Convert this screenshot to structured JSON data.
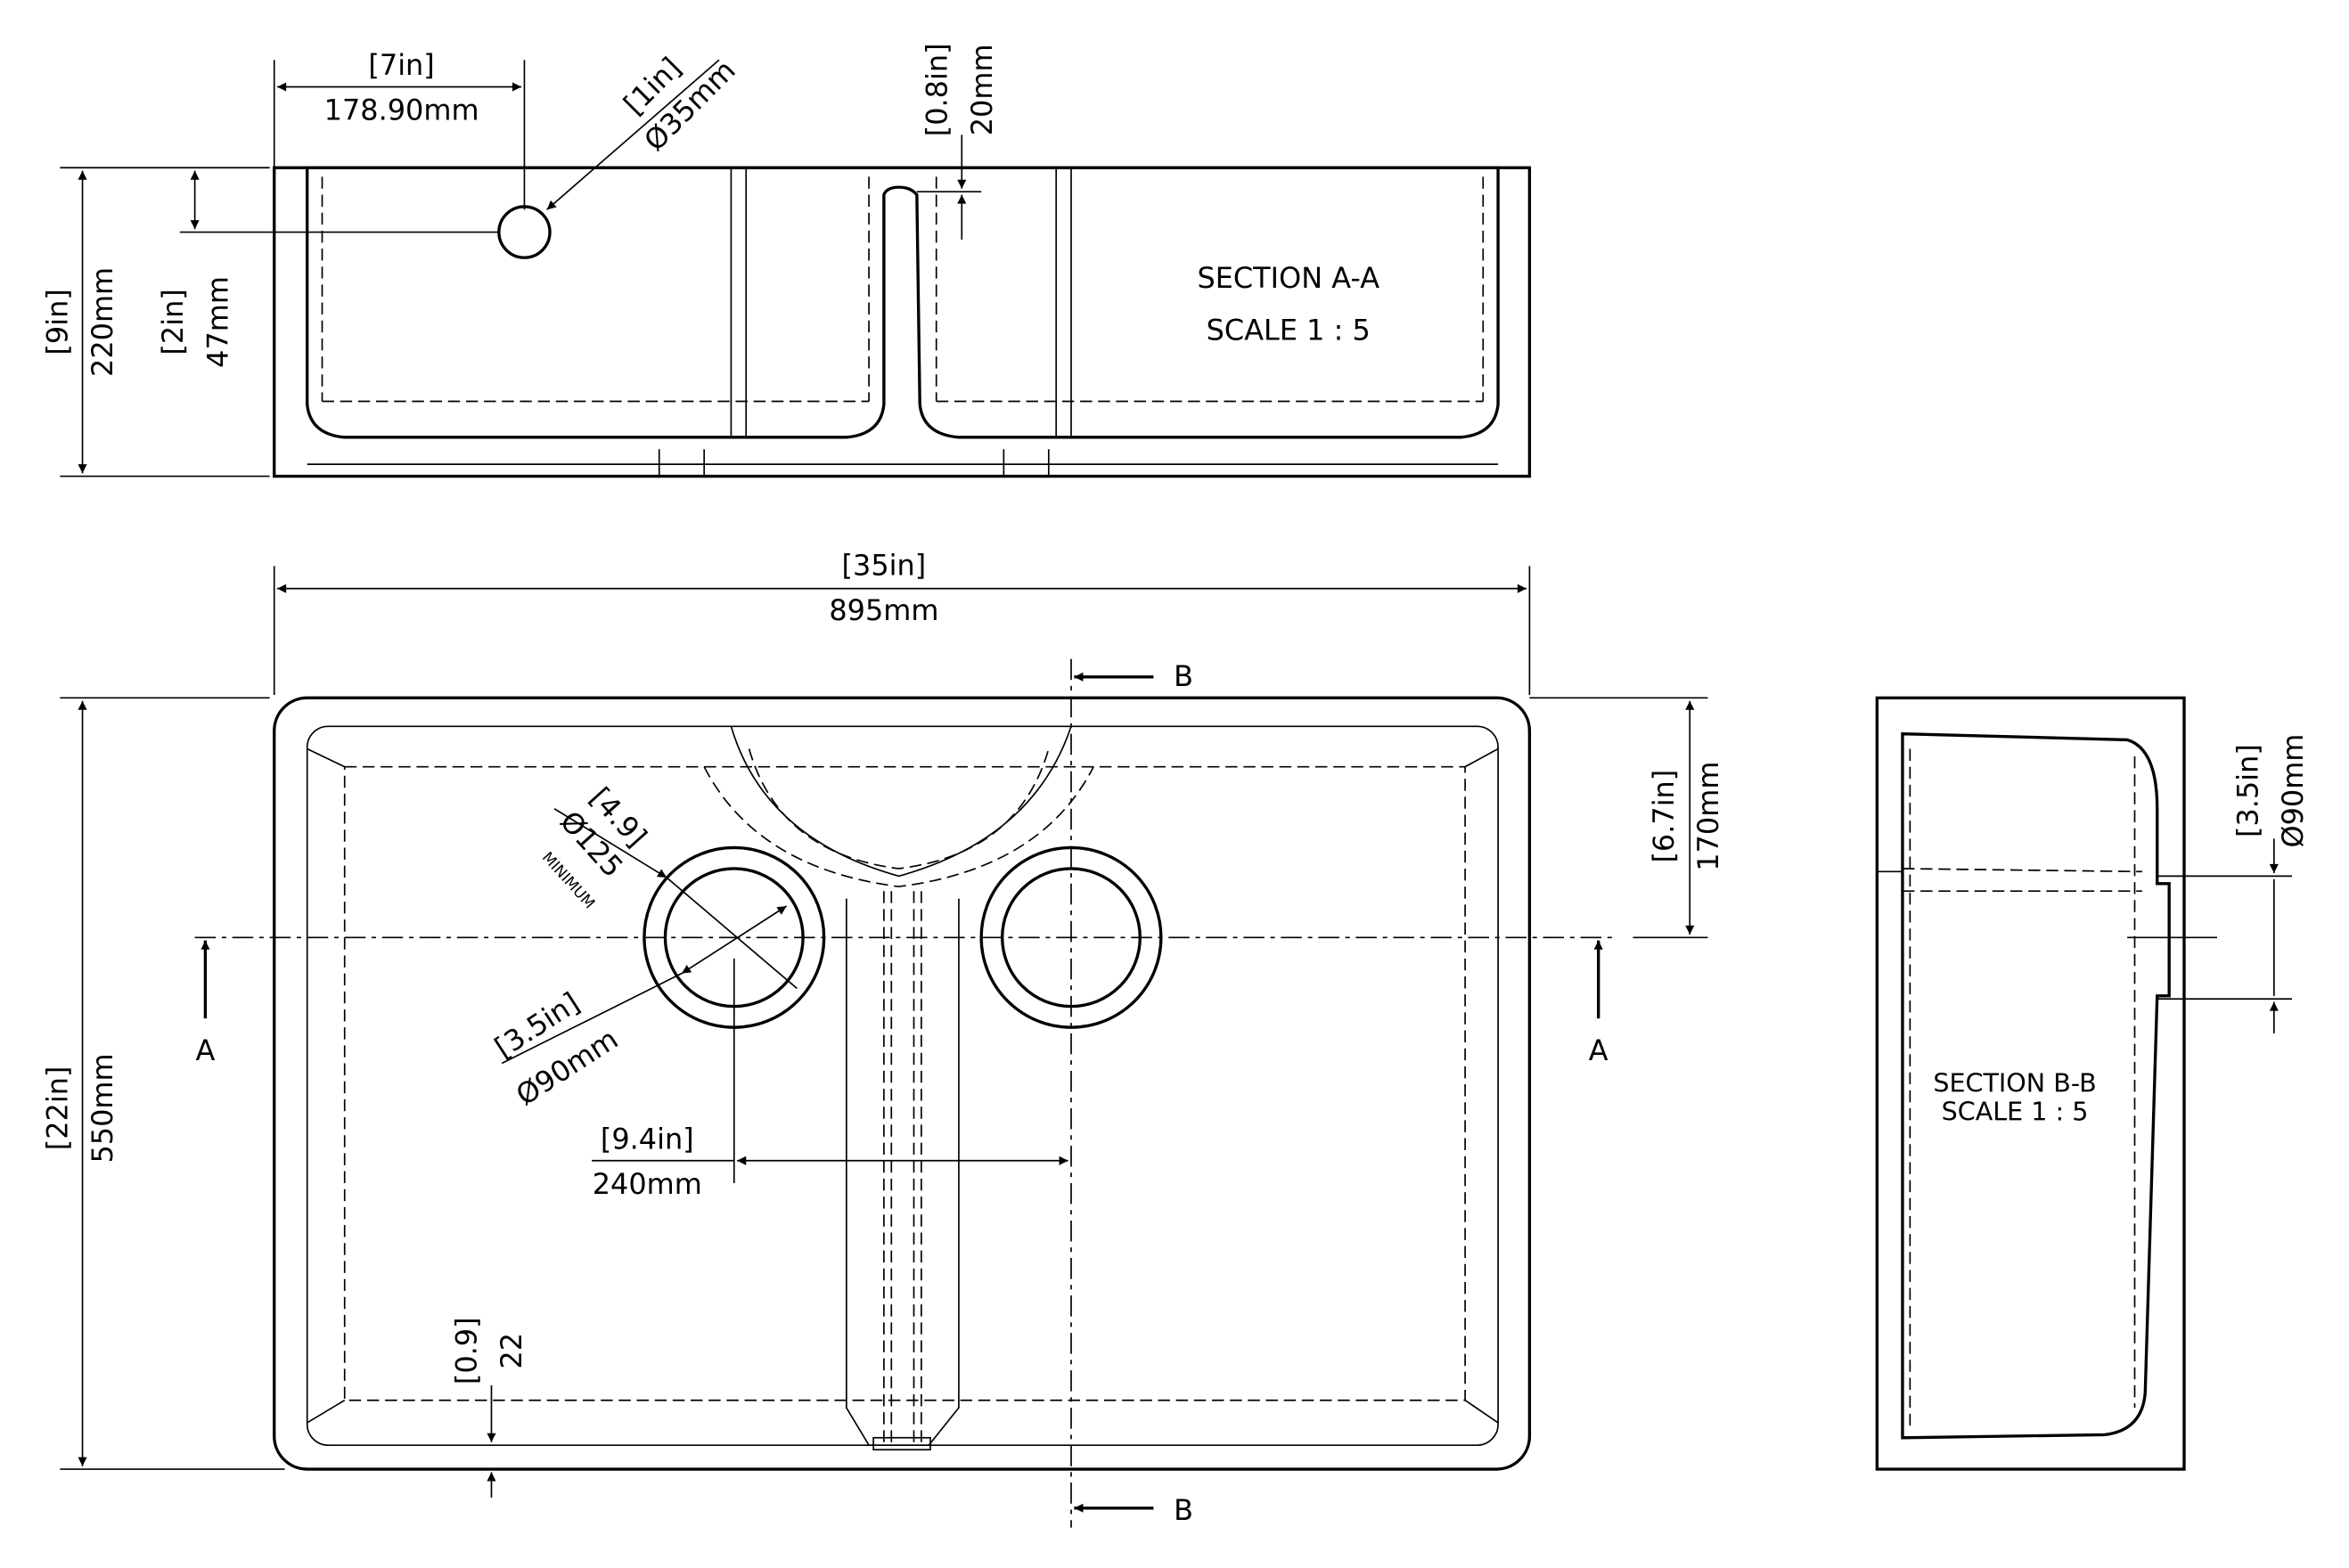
{
  "section_aa": {
    "title": "SECTION A-A",
    "scale": "SCALE 1 : 5",
    "dim_hole_offset": {
      "in": "[7in]",
      "mm": "178.90mm"
    },
    "dim_hole_dia": {
      "in": "[1in]",
      "mm": "Ø35mm"
    },
    "dim_divider_drop": {
      "in": "[0.8in]",
      "mm": "20mm"
    },
    "dim_height": {
      "in": "[9in]",
      "mm": "220mm"
    },
    "dim_hole_height": {
      "in": "[2in]",
      "mm": "47mm"
    }
  },
  "plan_view": {
    "dim_width": {
      "in": "[35in]",
      "mm": "895mm"
    },
    "dim_depth": {
      "in": "[22in]",
      "mm": "550mm"
    },
    "dim_waste_from_back": {
      "in": "[6.7in]",
      "mm": "170mm"
    },
    "dim_waste_spacing": {
      "in": "[9.4in]",
      "mm": "240mm"
    },
    "dim_rim": {
      "in": "[0.9]",
      "mm": "22"
    },
    "dim_cutout": {
      "in": "[4.9]",
      "mm": "Ø125",
      "note": "MINIMUM"
    },
    "dim_waste_dia": {
      "in": "[3.5in]",
      "mm": "Ø90mm"
    },
    "section_marker_a": "A",
    "section_marker_b": "B"
  },
  "section_bb": {
    "title": "SECTION B-B",
    "scale": "SCALE 1 : 5",
    "dim_waste_dia": {
      "in": "[3.5in]",
      "mm": "Ø90mm"
    }
  }
}
